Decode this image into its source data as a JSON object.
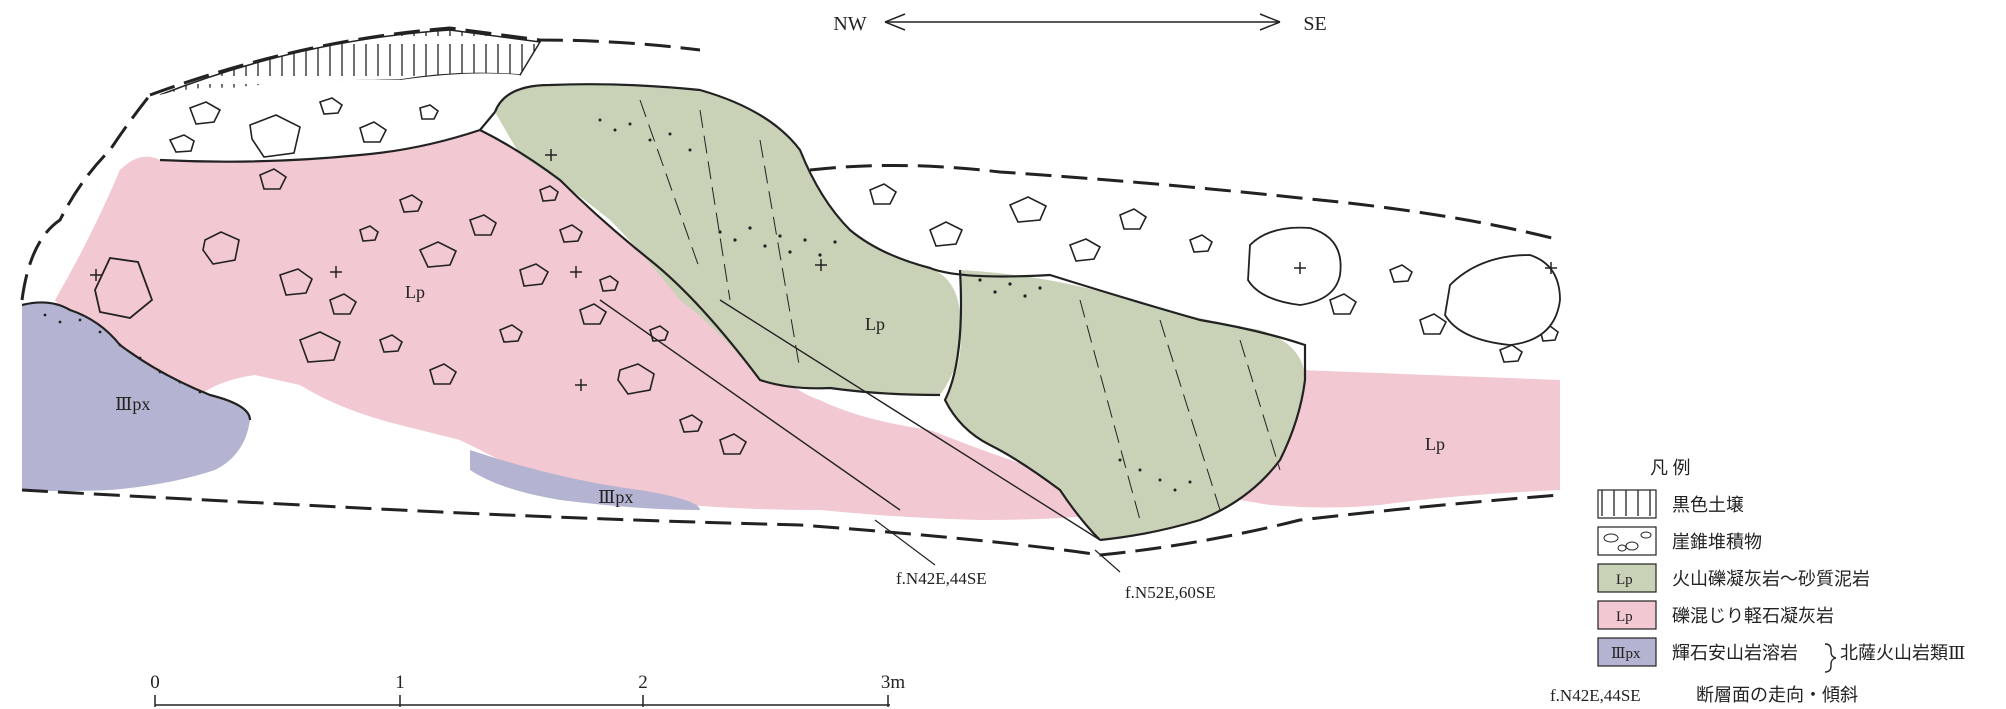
{
  "direction": {
    "left": "NW",
    "right": "SE"
  },
  "units": {
    "lp_1": "Lp",
    "lp_2": "Lp",
    "lp_3": "Lp",
    "px_1": "Ⅲpx",
    "px_2": "Ⅲpx"
  },
  "faults": [
    {
      "label": "f.N42E,44SE"
    },
    {
      "label": "f.N52E,60SE"
    }
  ],
  "scale": {
    "ticks": [
      "0",
      "1",
      "2",
      "3m"
    ]
  },
  "legend": {
    "title": "凡 例",
    "items": [
      {
        "symbol_text": "",
        "label": "黒色土壌",
        "fill": "#ffffff"
      },
      {
        "symbol_text": "",
        "label": "崖錐堆積物",
        "fill": "#ffffff"
      },
      {
        "symbol_text": "Lp",
        "label": "火山礫凝灰岩～砂質泥岩",
        "fill": "#c9d1b6"
      },
      {
        "symbol_text": "Lp",
        "label": "礫混じり軽石凝灰岩",
        "fill": "#f2c8d2"
      },
      {
        "symbol_text": "Ⅲpx",
        "label": "輝石安山岩溶岩",
        "fill": "#b4b4d2"
      }
    ],
    "group_label": "北薩火山岩類Ⅲ",
    "fault_example": "f.N42E,44SE",
    "fault_desc": "断層面の走向・傾斜"
  },
  "colors": {
    "green_unit": "#c9d1b6",
    "pink_unit": "#f2c8d2",
    "purple_unit": "#b4b4d2",
    "line": "#222222"
  }
}
